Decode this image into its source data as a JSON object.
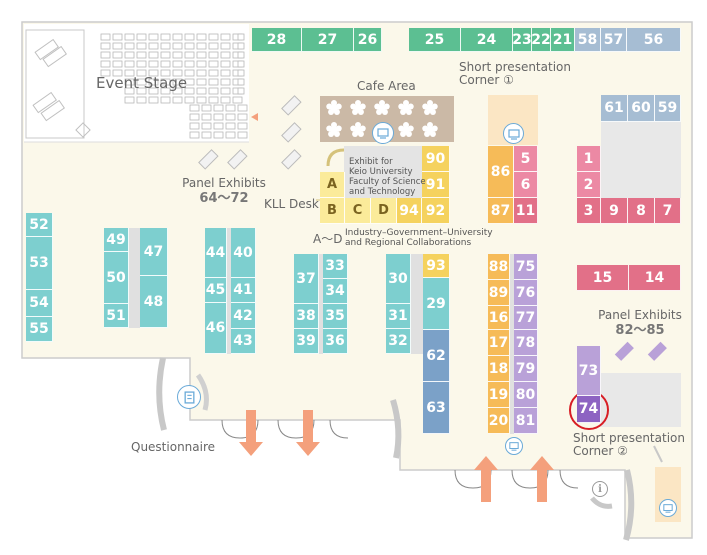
{
  "colors": {
    "floor": "#fbf8ea",
    "green": "#5cbf92",
    "blue_gray": "#a6bdd3",
    "teal": "#7dcfcf",
    "yellow": "#f5d25e",
    "light_yellow": "#fbeb9a",
    "orange": "#f6bb58",
    "pink": "#ec89a4",
    "red": "#e27088",
    "purple": "#b9a1d8",
    "dark_purple": "#8d63c2",
    "steel_blue": "#7ba1c8",
    "arrow": "#f4a07c",
    "highlight_circle": "#d81d25"
  },
  "labels": {
    "event_stage": "Event Stage",
    "cafe_area": "Cafe Area",
    "short_presentation_1": [
      "Short presentation",
      "Corner ①"
    ],
    "short_presentation_2": [
      "Short presentation",
      "Corner ②"
    ],
    "panel_exhibits_left": [
      "Panel Exhibits",
      "64～72"
    ],
    "panel_exhibits_right": [
      "Panel Exhibits",
      "82～85"
    ],
    "kll_desk": "KLL Desk",
    "exhibit_keio": [
      "Exhibit for",
      "Keio University",
      "Faculty of Science",
      "and Technology"
    ],
    "a_to_d": "A～D",
    "industry_collab": [
      "Industry–Government–University",
      "and Regional Collaborations"
    ],
    "questionnaire": "Questionnaire",
    "info_mark": "i"
  },
  "booths": {
    "b28": "28",
    "b27": "27",
    "b26": "26",
    "b25": "25",
    "b24": "24",
    "b23": "23",
    "b22": "22",
    "b21": "21",
    "b58": "58",
    "b57": "57",
    "b56": "56",
    "b61": "61",
    "b60": "60",
    "b59": "59",
    "b52": "52",
    "b53": "53",
    "b54": "54",
    "b55": "55",
    "b49": "49",
    "b50": "50",
    "b51": "51",
    "b47": "47",
    "b48": "48",
    "b44": "44",
    "b40": "40",
    "b45": "45",
    "b41": "41",
    "b46": "46",
    "b42": "42",
    "b43": "43",
    "b37": "37",
    "b33": "33",
    "b34": "34",
    "b38": "38",
    "b35": "35",
    "b39": "39",
    "b36": "36",
    "b30": "30",
    "b31": "31",
    "b32": "32",
    "b29": "29",
    "b62": "62",
    "b63": "63",
    "b93": "93",
    "b90": "90",
    "b91": "91",
    "b92": "92",
    "b94": "94",
    "bA": "A",
    "bB": "B",
    "bC": "C",
    "bD": "D",
    "b86": "86",
    "b87": "87",
    "b5": "5",
    "b6": "6",
    "b11": "11",
    "b88": "88",
    "b89": "89",
    "b16": "16",
    "b17": "17",
    "b18": "18",
    "b19": "19",
    "b20": "20",
    "b75": "75",
    "b76": "76",
    "b77": "77",
    "b78": "78",
    "b79": "79",
    "b80": "80",
    "b81": "81",
    "b1": "1",
    "b2": "2",
    "b3": "3",
    "b9": "9",
    "b8": "8",
    "b7": "7",
    "b15": "15",
    "b14": "14",
    "b73": "73",
    "b74": "74"
  }
}
